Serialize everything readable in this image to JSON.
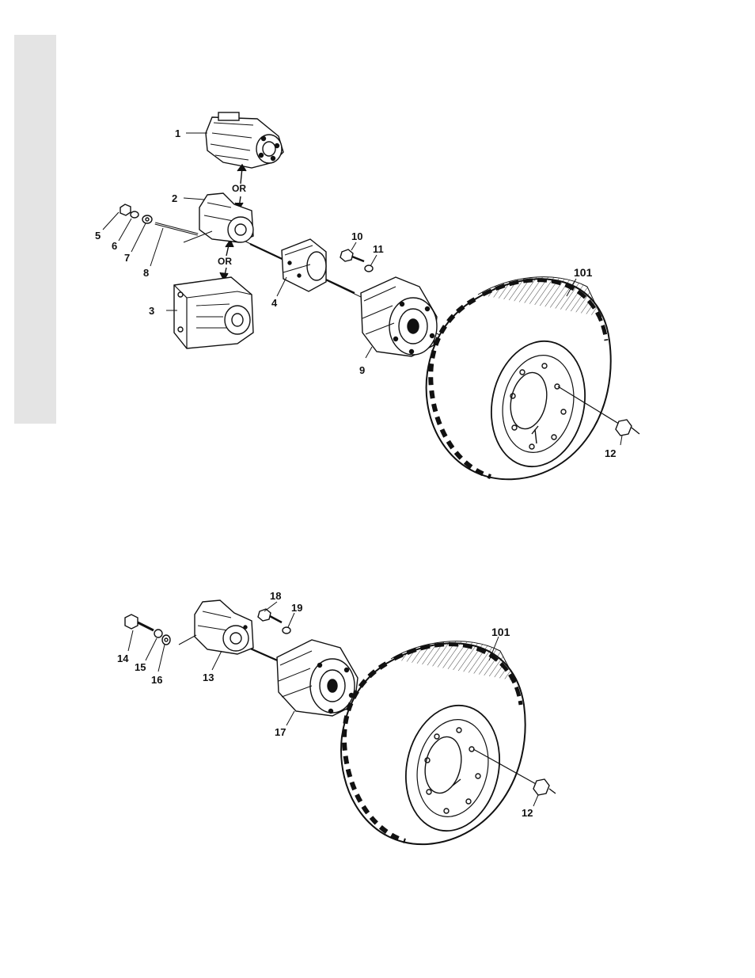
{
  "diagram": {
    "upper": {
      "callouts": [
        "1",
        "2",
        "3",
        "4",
        "5",
        "6",
        "7",
        "8",
        "9",
        "10",
        "11",
        "12",
        "101"
      ],
      "alternates": [
        "OR",
        "OR"
      ]
    },
    "lower": {
      "callouts": [
        "13",
        "14",
        "15",
        "16",
        "17",
        "18",
        "19",
        "101",
        "12"
      ]
    }
  },
  "colors": {
    "ink": "#111111",
    "side_tab": "#e4e4e4",
    "paper": "#ffffff"
  },
  "icons": [
    "motor-icon",
    "pump-icon",
    "hub-icon",
    "wheel-icon",
    "tire-icon",
    "nut-icon",
    "bolt-icon",
    "washer-icon"
  ]
}
